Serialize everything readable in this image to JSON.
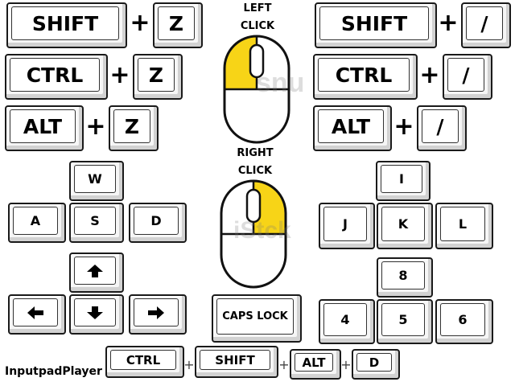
{
  "shortcuts_left": {
    "row1": {
      "modifier": "SHIFT",
      "plus": "+",
      "key": "Z"
    },
    "row2": {
      "modifier": "CTRL",
      "plus": "+",
      "key": "Z"
    },
    "row3": {
      "modifier": "ALT",
      "plus": "+",
      "key": "Z"
    }
  },
  "shortcuts_right": {
    "row1": {
      "modifier": "SHIFT",
      "plus": "+",
      "key": "/"
    },
    "row2": {
      "modifier": "CTRL",
      "plus": "+",
      "key": "/"
    },
    "row3": {
      "modifier": "ALT",
      "plus": "+",
      "key": "/"
    }
  },
  "mouse": {
    "left_click_line1": "LEFT",
    "left_click_line2": "CLICK",
    "right_click_line1": "RIGHT",
    "right_click_line2": "CLICK",
    "highlight_color": "#f7d417"
  },
  "wasd": {
    "w": "W",
    "a": "A",
    "s": "S",
    "d": "D"
  },
  "ijkl": {
    "i": "I",
    "j": "J",
    "k": "K",
    "l": "L"
  },
  "arrows": {
    "up": "arrow-up-icon",
    "left": "arrow-left-icon",
    "down": "arrow-down-icon",
    "right": "arrow-right-icon"
  },
  "caps_lock": "CAPS LOCK",
  "numpad": {
    "k8": "8",
    "k4": "4",
    "k5": "5",
    "k6": "6"
  },
  "bottom_combo": {
    "ctrl": "CTRL",
    "shift": "SHIFT",
    "alt": "ALT",
    "d": "D",
    "plus": "+"
  },
  "app_name": "InputpadPlayer"
}
